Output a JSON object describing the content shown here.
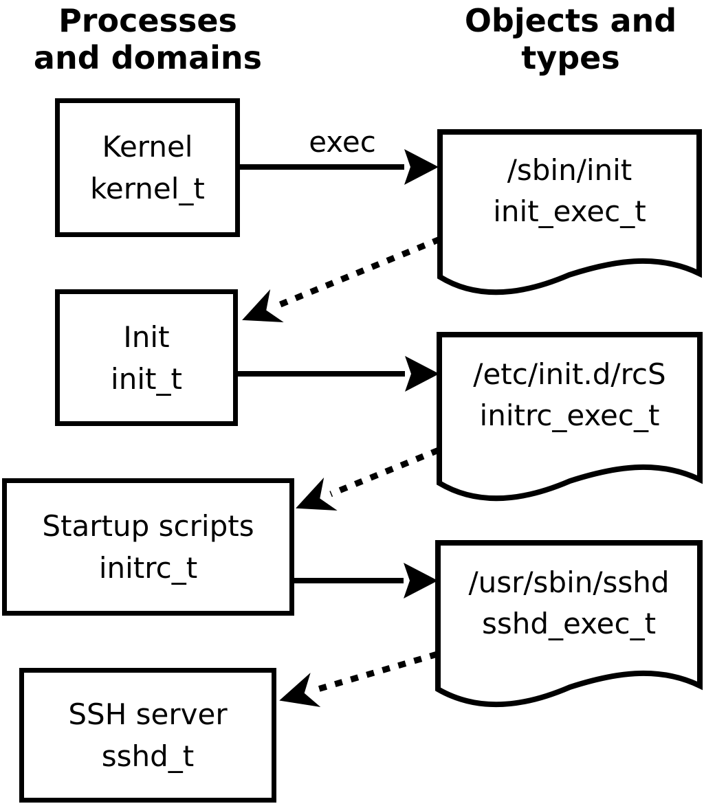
{
  "columns": {
    "left_title": "Processes\nand domains",
    "right_title": "Objects and\ntypes"
  },
  "processes": [
    {
      "name": "Kernel",
      "type": "kernel_t"
    },
    {
      "name": "Init",
      "type": "init_t"
    },
    {
      "name": "Startup scripts",
      "type": "initrc_t"
    },
    {
      "name": "SSH server",
      "type": "sshd_t"
    }
  ],
  "objects": [
    {
      "path": "/sbin/init",
      "type": "init_exec_t"
    },
    {
      "path": "/etc/init.d/rcS",
      "type": "initrc_exec_t"
    },
    {
      "path": "/usr/sbin/sshd",
      "type": "sshd_exec_t"
    }
  ],
  "edges": [
    {
      "from": "kernel_t",
      "to": "init_exec_t",
      "style": "solid",
      "label": "exec"
    },
    {
      "from": "init_exec_t",
      "to": "init_t",
      "style": "dotted",
      "label": ""
    },
    {
      "from": "init_t",
      "to": "initrc_exec_t",
      "style": "solid",
      "label": ""
    },
    {
      "from": "initrc_exec_t",
      "to": "initrc_t",
      "style": "dotted",
      "label": ""
    },
    {
      "from": "initrc_t",
      "to": "sshd_exec_t",
      "style": "solid",
      "label": ""
    },
    {
      "from": "sshd_exec_t",
      "to": "sshd_t",
      "style": "dotted",
      "label": ""
    }
  ],
  "colors": {
    "line": "#000000",
    "fill": "#ffffff"
  }
}
